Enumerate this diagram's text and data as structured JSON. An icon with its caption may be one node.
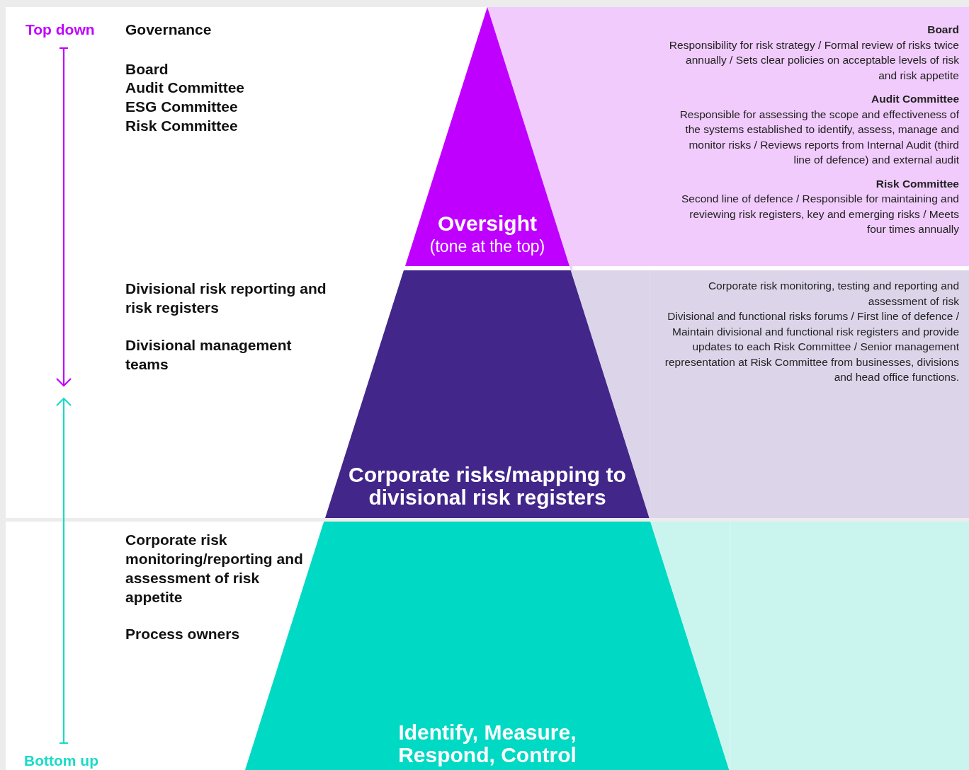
{
  "diagram": {
    "nodes": [
      {
        "text": [
          "Board",
          "Responsibility for risk strategy / Formal review of risks twice annually / Sets clear policies on acceptable levels of risk and risk appetite",
          "Audit Committee",
          "Responsible for assessing the scope and effectiveness of the systems established to identify, assess, manage and monitor risks / Reviews reports from Internal Audit (third line of defence) and external audit",
          "Risk Committee",
          "Second line of defence / Responsible for maintaining and reviewing risk registers, key and emerging risks / Meets four times annually"
        ]
      },
      {
        "text": [
          "Oversight",
          "(tone at the top)"
        ]
      },
      {
        "text": [
          "Corporate risk monitoring, testing and reporting and assessment of risk",
          "Divisional and functional risks forums / First line of defence / Maintain divisional and functional risk registers and provide updates to each Risk Committee / Senior management representation at Risk Committee from businesses, divisions and head office functions."
        ]
      },
      {
        "text": [
          "Corporate risks/mapping to divisional risk registers"
        ]
      },
      {
        "text": [],
        "shape": "box"
      },
      {
        "text": [
          "Identify, Measure, Respond, Control"
        ]
      }
    ],
    "labels": [
      "Top down",
      "Governance",
      "Board",
      "Audit Committee",
      "ESG Committee",
      "Risk Committee",
      "Divisional risk reporting and risk registers",
      "Divisional management teams",
      "Corporate risk monitoring/reporting and assessment of risk appetite",
      "Process owners",
      "Bottom up"
    ]
  }
}
